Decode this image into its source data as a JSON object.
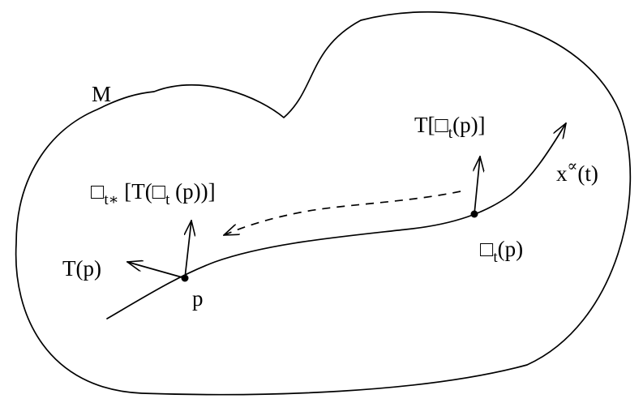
{
  "labels": {
    "manifold": "M",
    "point": "p",
    "tangent_at_p": "T(p)",
    "curve": {
      "base": "x",
      "sup": "∝",
      "arg": "(t)"
    },
    "image_point": {
      "box": "□",
      "sub": "t",
      "arg": "(p)"
    },
    "tangent_at_image": {
      "pre": "T[",
      "box": "□",
      "sub": "t",
      "post": "(p)]"
    },
    "pushforward": {
      "box": "□",
      "sub": "t∗",
      "open": " [T(",
      "inner_box": "□",
      "inner_sub": "t",
      "close": " (p))]"
    }
  }
}
